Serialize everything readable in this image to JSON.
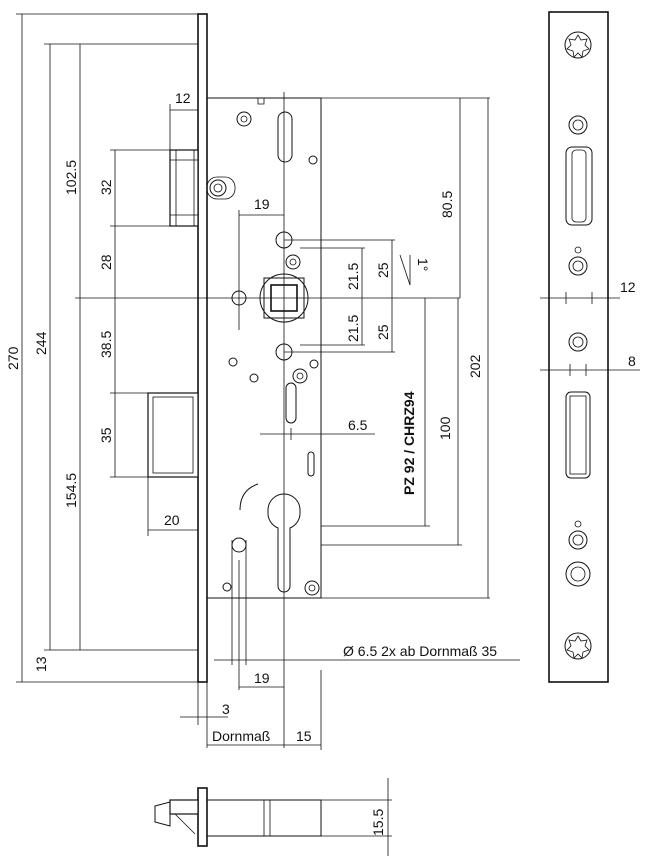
{
  "dimensions": {
    "top_12": "12",
    "d_102_5": "102.5",
    "d_32": "32",
    "d_28": "28",
    "d_270": "270",
    "d_244": "244",
    "d_38_5": "38.5",
    "d_35": "35",
    "d_154_5": "154.5",
    "d_20": "20",
    "d_13": "13",
    "d_19_top": "19",
    "d_21_5_top": "21.5",
    "d_25_top": "25",
    "angle": "1°",
    "d_21_5_bot": "21.5",
    "d_25_bot": "25",
    "d_6_5": "6.5",
    "d_80_5": "80.5",
    "d_202": "202",
    "d_100": "100",
    "cyl_label": "PZ 92 / CHRZ94",
    "hole_note": "Ø 6.5  2x ab Dornmaß 35",
    "d_19_bot": "19",
    "d_3": "3",
    "dornmass": "Dornmaß",
    "d_15": "15",
    "d_15_5": "15.5",
    "face_12": "12",
    "face_8": "8"
  }
}
